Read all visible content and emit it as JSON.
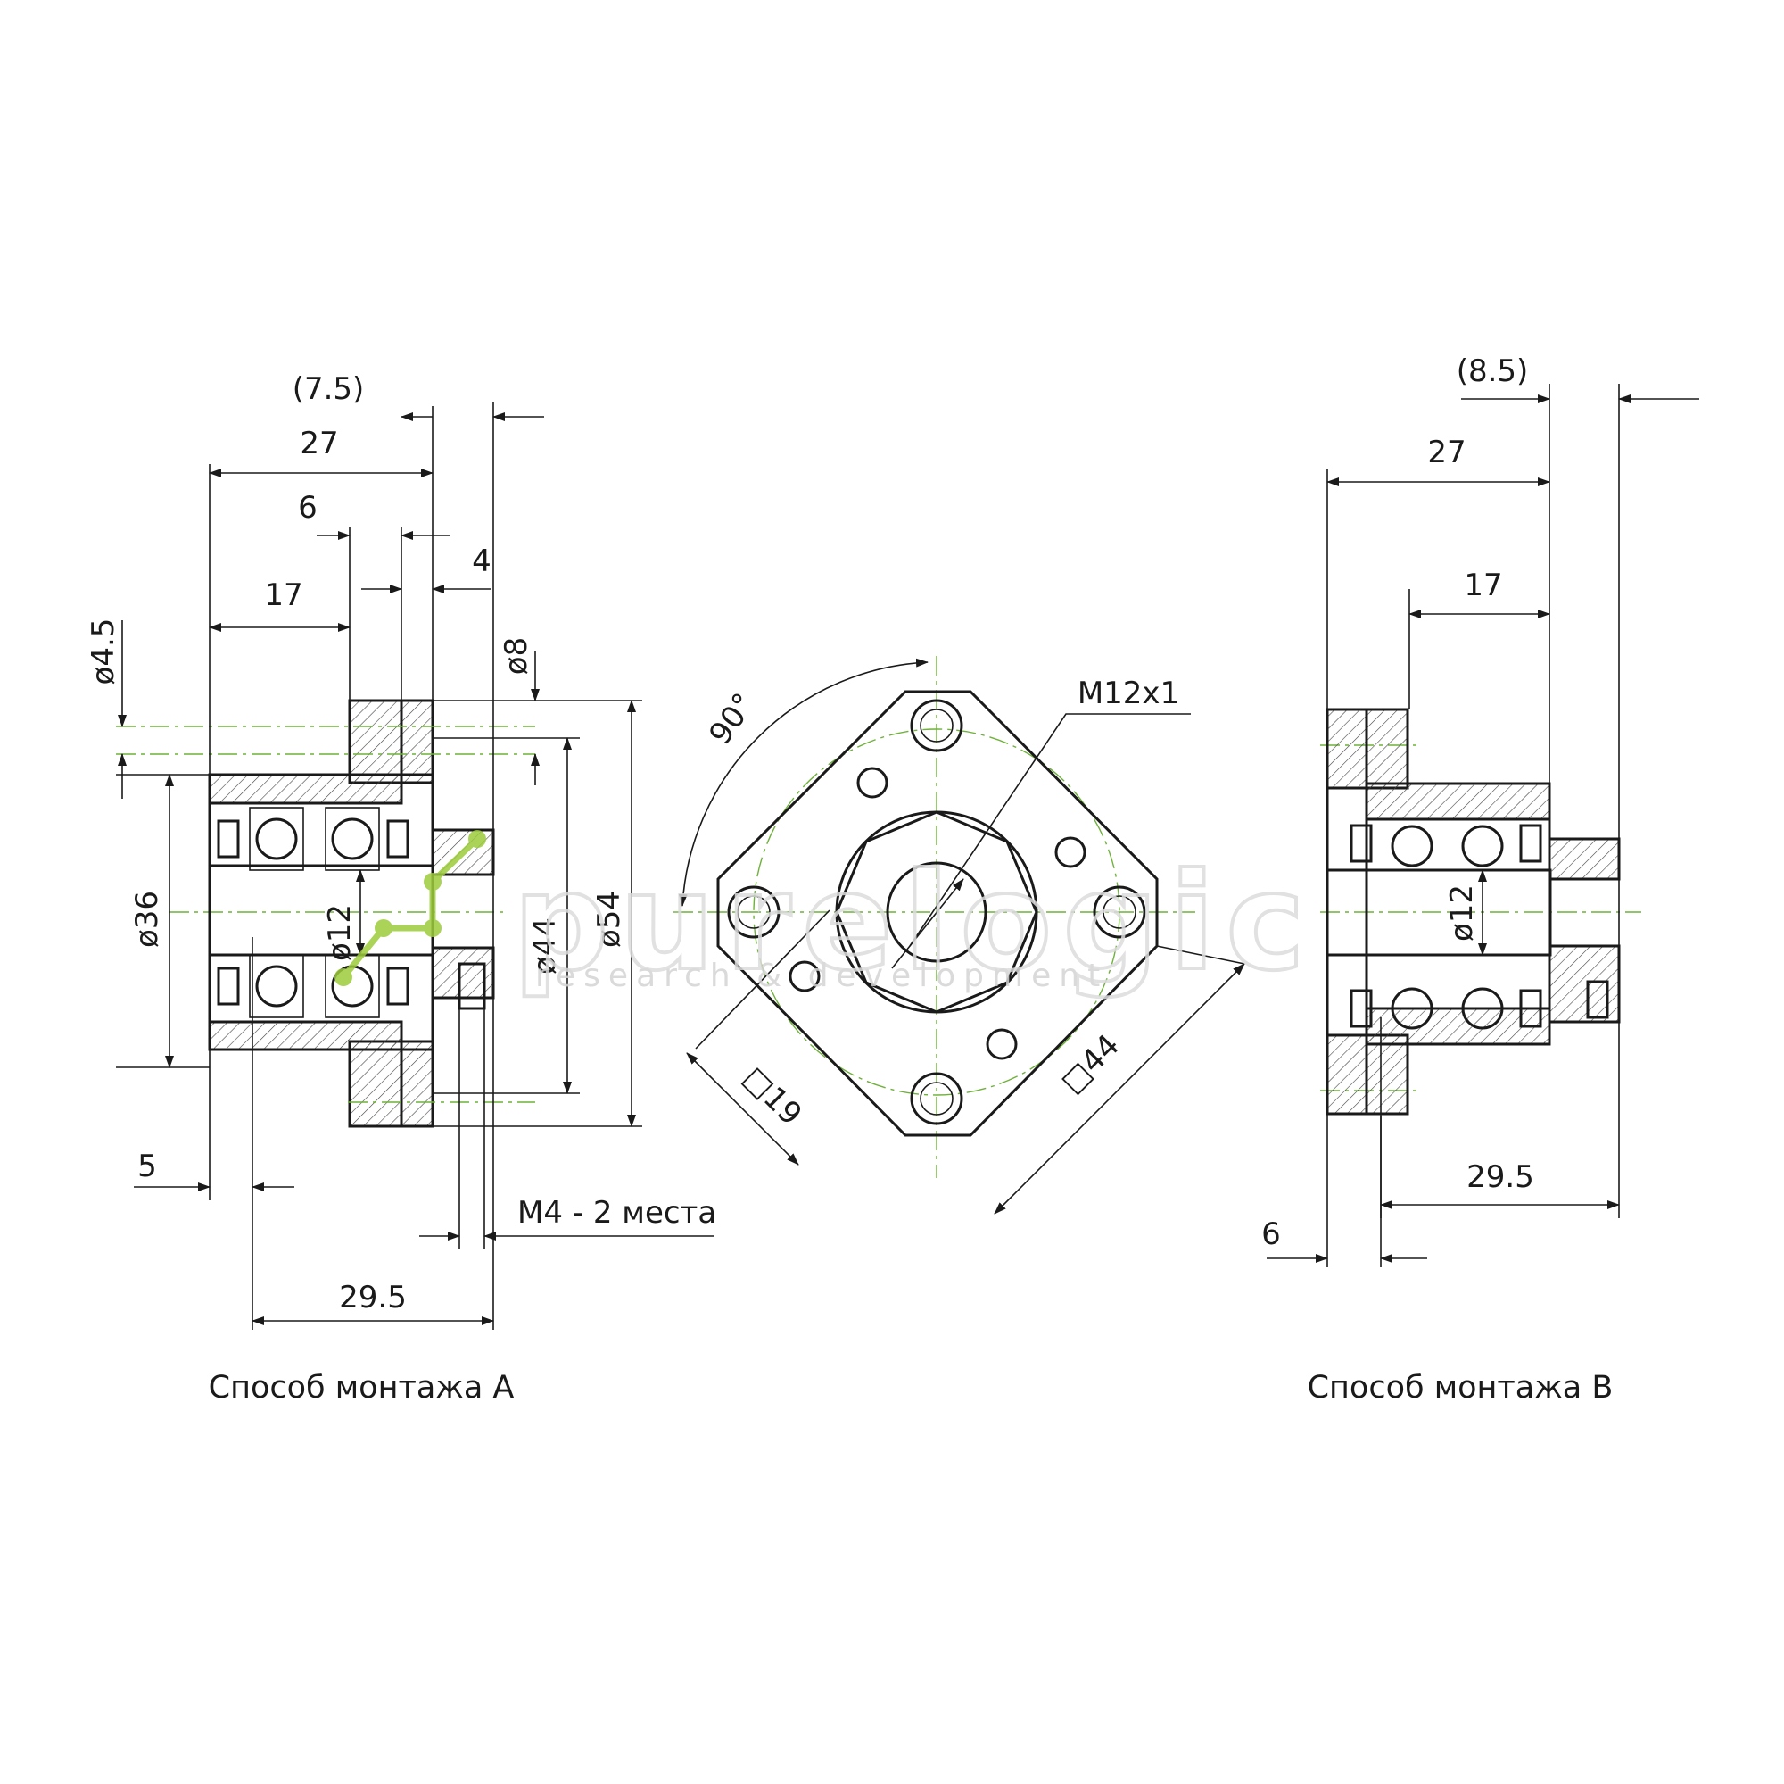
{
  "captions": {
    "mount_a": "Способ монтажа А",
    "mount_b": "Способ монтажа B"
  },
  "view_a": {
    "dims": {
      "d7_5": "(7.5)",
      "d27": "27",
      "d6": "6",
      "d4": "4",
      "d17": "17",
      "d4_5": "ø4.5",
      "d8": "ø8",
      "d36": "ø36",
      "d12": "ø12",
      "d44": "ø44",
      "d54": "ø54",
      "d5": "5",
      "m4": "М4 - 2 места",
      "d29_5": "29.5"
    }
  },
  "view_front": {
    "dims": {
      "angle": "90°",
      "thread": "M12x1",
      "sq19": "□19",
      "sq44": "□44"
    }
  },
  "view_b": {
    "dims": {
      "d8_5": "(8.5)",
      "d27": "27",
      "d17": "17",
      "d12": "ø12",
      "d29_5": "29.5",
      "d6": "6"
    }
  },
  "watermark": {
    "brand": "purelogic",
    "tagline": "research & development"
  },
  "colors": {
    "line": "#1a1a1a",
    "centerline": "#6fb13b",
    "watermark": "#d4d4d4"
  }
}
